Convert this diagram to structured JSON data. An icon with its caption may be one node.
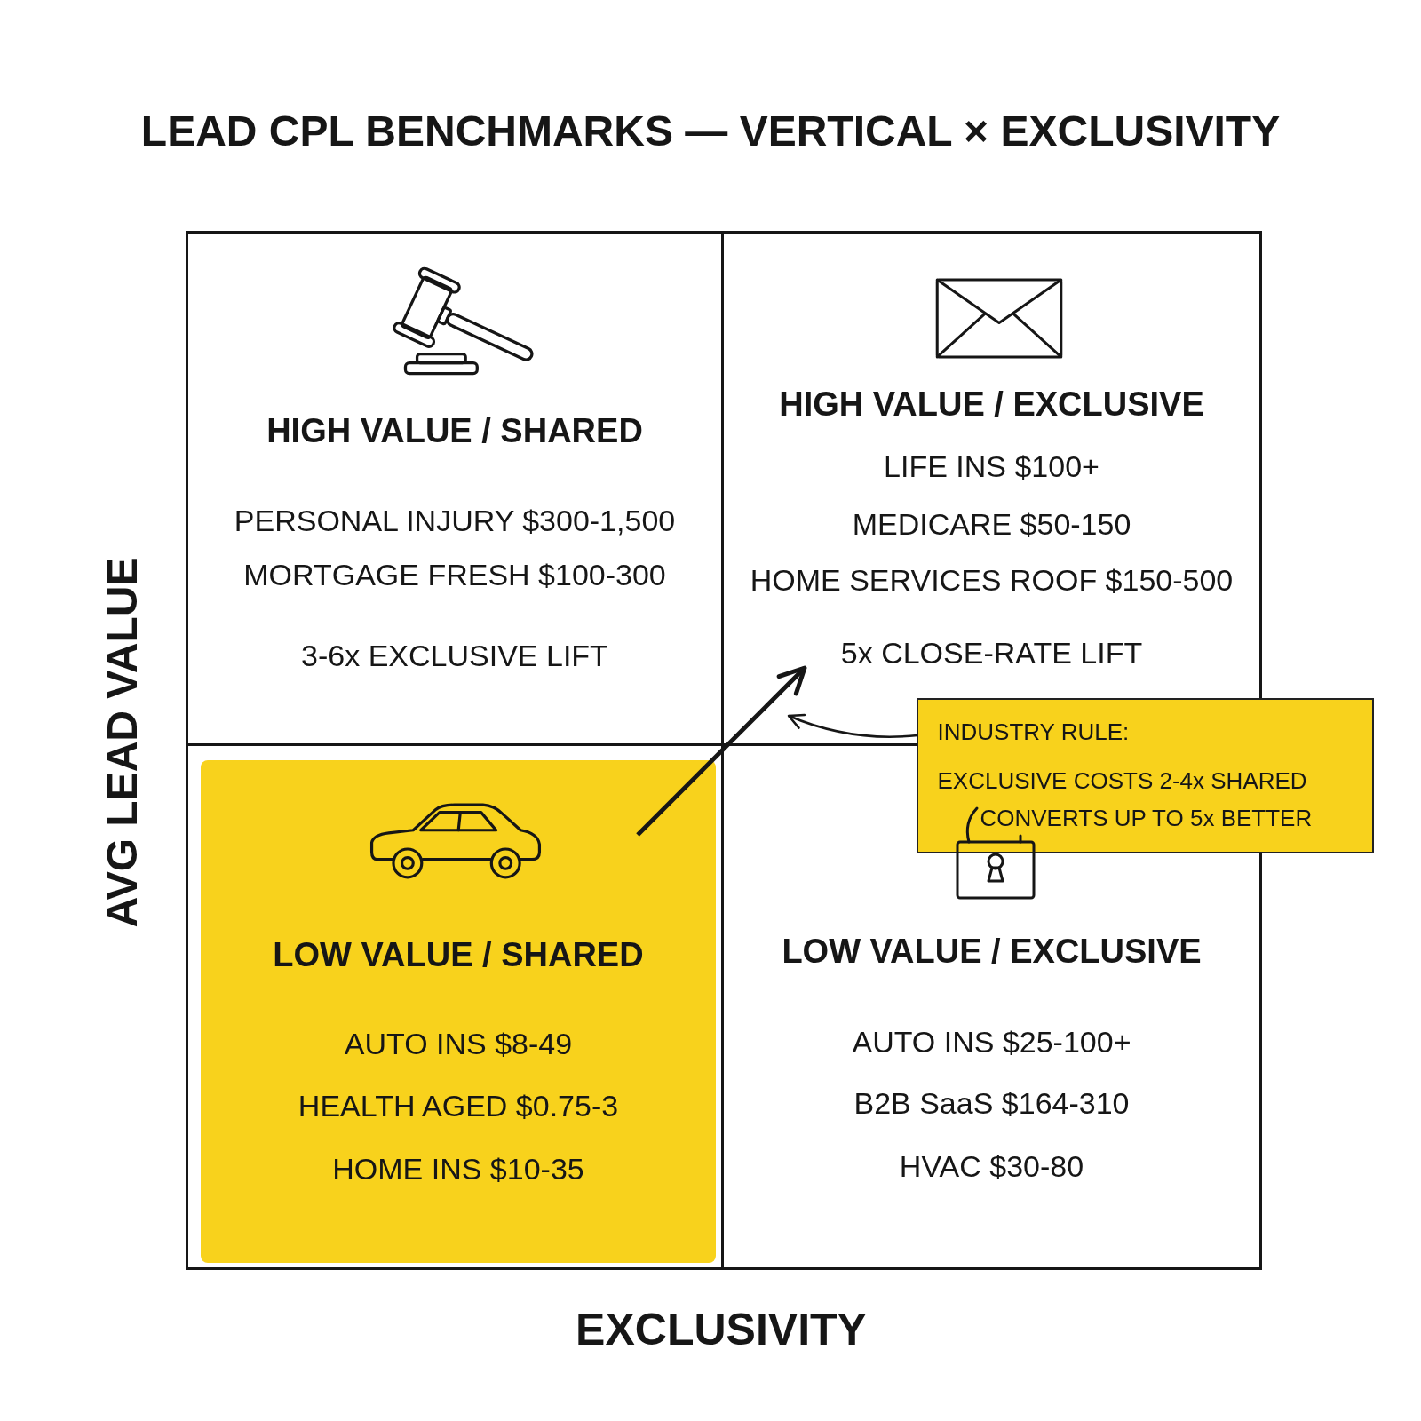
{
  "diagram": {
    "title": "LEAD CPL BENCHMARKS — VERTICAL × EXCLUSIVITY",
    "nodes": [
      {
        "text": [
          "HIGH VALUE / SHARED",
          "PERSONAL INJURY $300-1,500",
          "MORTGAGE FRESH $100-300",
          "3-6x EXCLUSIVE LIFT"
        ]
      },
      {
        "text": [
          "HIGH VALUE / EXCLUSIVE",
          "LIFE INS $100+",
          "MEDICARE $50-150",
          "HOME SERVICES ROOF $150-500",
          "5x CLOSE-RATE LIFT"
        ]
      },
      {
        "text": [
          "INDUSTRY RULE:",
          "EXCLUSIVE COSTS 2-4x SHARED",
          "CONVERTS UP TO 5x BETTER"
        ]
      },
      {
        "text": [
          "LOW VALUE / SHARED",
          "AUTO INS $8-49",
          "HEALTH AGED $0.75-3",
          "HOME INS $10-35"
        ]
      },
      {
        "text": [
          "LOW VALUE / EXCLUSIVE",
          "AUTO INS $25-100+",
          "B2B SaaS $164-310",
          "HVAC $30-80"
        ]
      }
    ],
    "edges": [
      {
        "from": 3,
        "to": 1,
        "arrow": "to",
        "style": "thick"
      },
      {
        "from": 2,
        "to": 1,
        "arrow": "to"
      }
    ],
    "labels": [
      "AVG LEAD VALUE",
      "EXCLUSIVITY"
    ]
  }
}
